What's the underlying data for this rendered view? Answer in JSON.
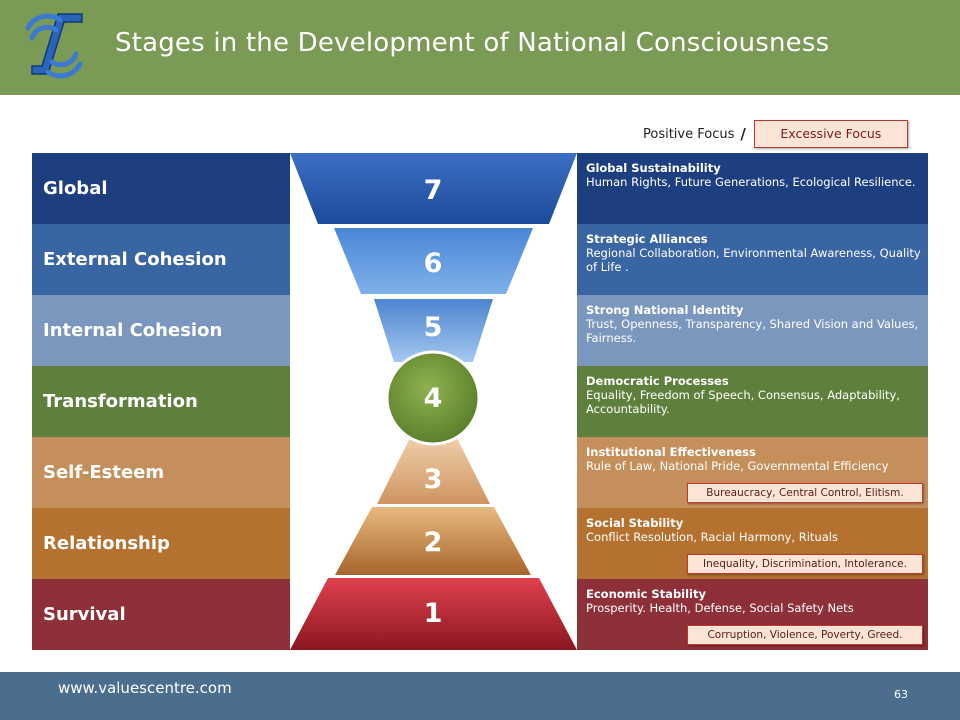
{
  "header": {
    "title": "Stages in the Development of National Consciousness",
    "logo_icon": "concentric-arcs-logo-icon"
  },
  "legend": {
    "positive": "Positive Focus",
    "separator": "/",
    "excessive": "Excessive Focus"
  },
  "levels": [
    {
      "number": "7",
      "name": "Global",
      "focus_title": "Global Sustainability",
      "focus_desc": "Human Rights, Future Generations, Ecological Resilience.",
      "excessive": "",
      "color": "#1e3f7f"
    },
    {
      "number": "6",
      "name": "External Cohesion",
      "focus_title": "Strategic Alliances",
      "focus_desc": "Regional Collaboration, Environmental Awareness, Quality of Life .",
      "excessive": "",
      "color": "#3a65a3"
    },
    {
      "number": "5",
      "name": "Internal Cohesion",
      "focus_title": "Strong National Identity",
      "focus_desc": "Trust, Openness, Transparency, Shared Vision and Values, Fairness.",
      "excessive": "",
      "color": "#7c97be"
    },
    {
      "number": "4",
      "name": "Transformation",
      "focus_title": "Democratic Processes",
      "focus_desc": "Equality, Freedom of Speech, Consensus, Adaptability, Accountability.",
      "excessive": "",
      "color": "#5f7f3c"
    },
    {
      "number": "3",
      "name": "Self-Esteem",
      "focus_title": "Institutional  Effectiveness",
      "focus_desc": "Rule of Law, National Pride, Governmental  Efficiency",
      "excessive": "Bureaucracy, Central Control, Elitism.",
      "color": "#c58f5b"
    },
    {
      "number": "2",
      "name": "Relationship",
      "focus_title": "Social Stability",
      "focus_desc": "Conflict Resolution, Racial Harmony, Rituals",
      "excessive": "Inequality, Discrimination, Intolerance.",
      "color": "#b4712f"
    },
    {
      "number": "1",
      "name": "Survival",
      "focus_title": "Economic Stability",
      "focus_desc": "Prosperity. Health, Defense, Social Safety Nets",
      "excessive": "Corruption, Violence, Poverty, Greed.",
      "color": "#8e3039"
    }
  ],
  "footer": {
    "url": "www.valuescentre.com",
    "page_number": "63"
  }
}
